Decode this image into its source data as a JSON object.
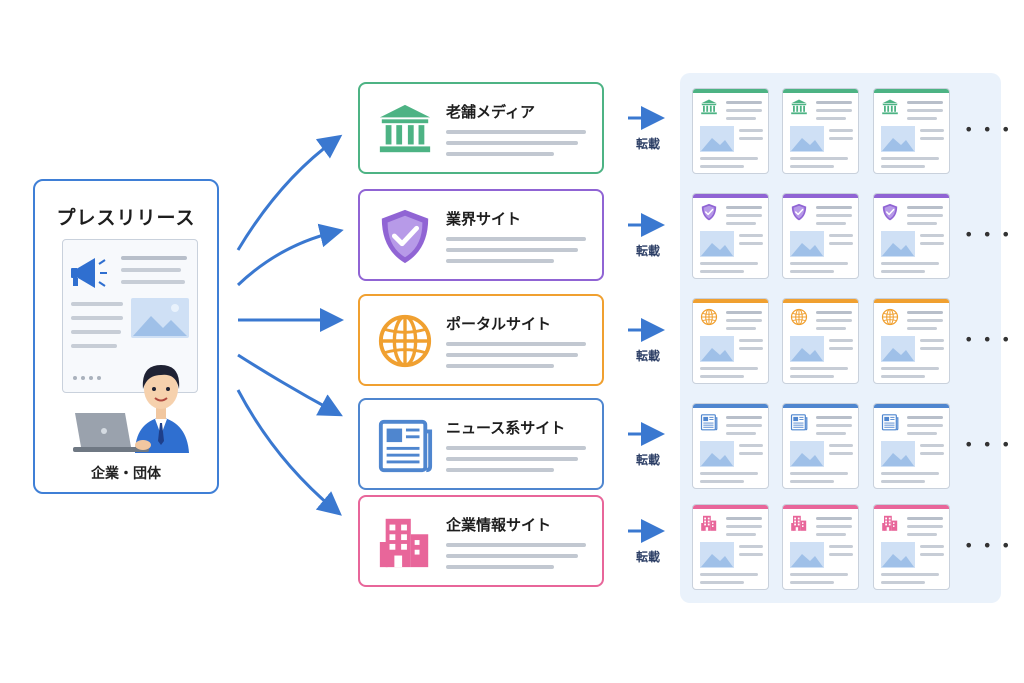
{
  "source": {
    "title": "プレスリリース",
    "caption": "企業・団体",
    "icons": [
      "megaphone-icon",
      "image-icon",
      "businessman-icon",
      "laptop-icon"
    ]
  },
  "flow_label": "転載",
  "more": "• • •",
  "media": [
    {
      "id": "traditional",
      "label": "老舗メディア",
      "icon": "bank-icon",
      "color": "#4db384"
    },
    {
      "id": "industry",
      "label": "業界サイト",
      "icon": "shield-icon",
      "color": "#9064d4"
    },
    {
      "id": "portal",
      "label": "ポータルサイト",
      "icon": "globe-icon",
      "color": "#f0a030"
    },
    {
      "id": "news",
      "label": "ニュース系サイト",
      "icon": "newspaper-icon",
      "color": "#4f86cf"
    },
    {
      "id": "corporate",
      "label": "企業情報サイト",
      "icon": "building-icon",
      "color": "#e8669a"
    }
  ],
  "colors": {
    "arrow": "#3a78d0",
    "source_border": "#3f7fd6",
    "panel_bg": "#eaf2fb"
  }
}
